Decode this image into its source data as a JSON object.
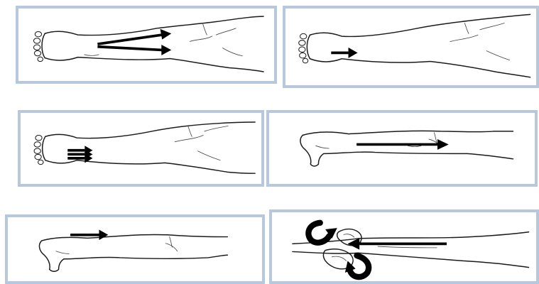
{
  "figure": {
    "panels": [
      {
        "id": "panel-1",
        "view": "leg-plantar-view",
        "arrows": 2,
        "arrow_direction": "toward-knee",
        "arrow_style": "diverging-long-strokes"
      },
      {
        "id": "panel-2",
        "view": "leg-plantar-view",
        "arrows": 1,
        "arrow_direction": "toward-knee",
        "arrow_style": "short-stroke-at-ankle"
      },
      {
        "id": "panel-3",
        "view": "leg-plantar-view",
        "arrows": 3,
        "arrow_direction": "toward-knee",
        "arrow_style": "stacked-short-strokes-at-ankle"
      },
      {
        "id": "panel-4",
        "view": "leg-side-view",
        "arrows": 1,
        "arrow_direction": "toward-knee",
        "arrow_style": "long-stroke-along-calf"
      },
      {
        "id": "panel-5",
        "view": "leg-side-view",
        "arrows": 1,
        "arrow_direction": "toward-knee",
        "arrow_style": "short-stroke-above-ankle"
      },
      {
        "id": "panel-6",
        "view": "hands-gripping-ankle",
        "arrows": 1,
        "arrow_direction": "toward-foot",
        "arrow_style": "long-traction-stroke-with-circular-rotation-arrows"
      }
    ],
    "colors": {
      "panel_border": "#b7c8de",
      "line_art": "#1a1a1a",
      "arrow": "#000000",
      "background": "#ffffff"
    }
  }
}
